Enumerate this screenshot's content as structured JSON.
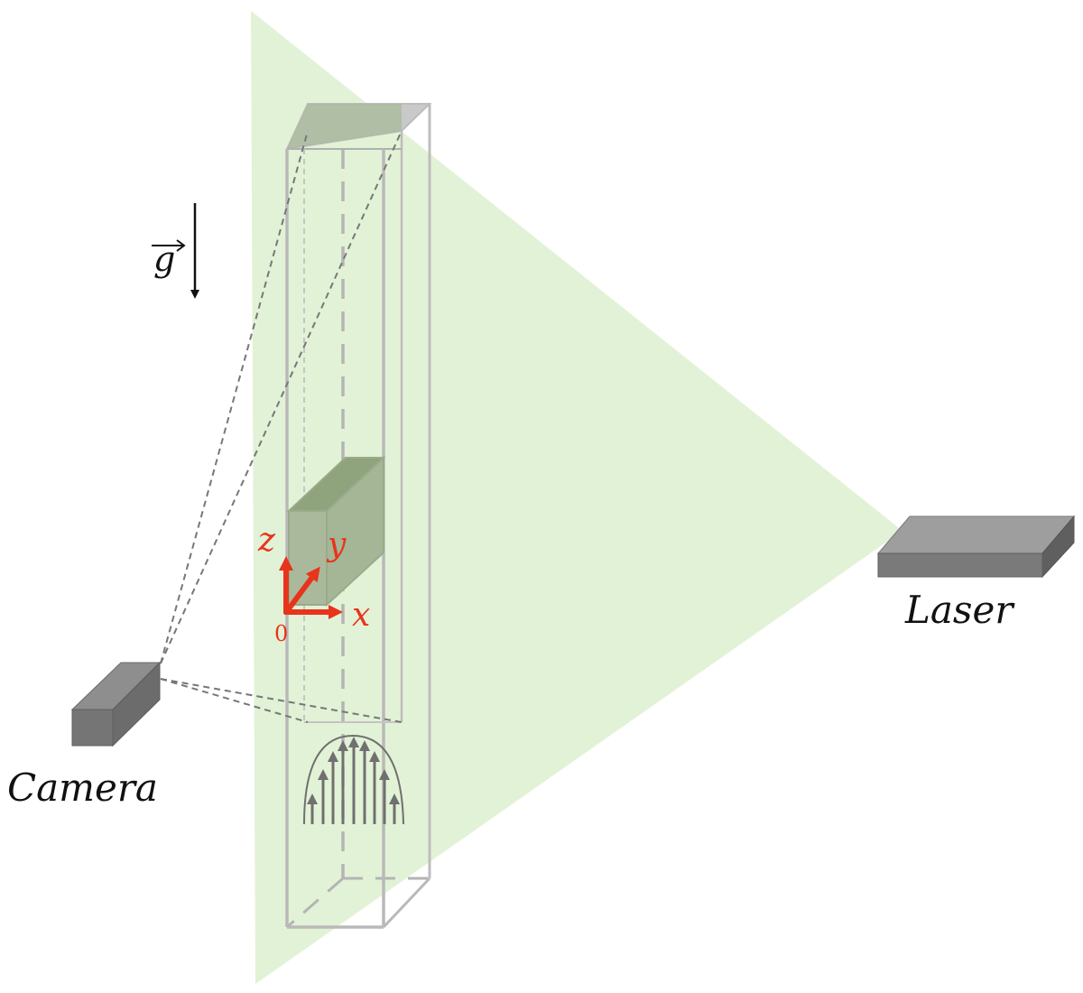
{
  "labels": {
    "camera": "Camera",
    "laser": "Laser",
    "gravity": "g",
    "axis_x": "x",
    "axis_y": "y",
    "axis_z": "z",
    "origin": "0"
  },
  "colors": {
    "laser_sheet": "#e2f2d6",
    "channel_edge": "#b9b9b9",
    "device_dark": "#6f6f6f",
    "device_light": "#9a9a9a",
    "axes": "#e8341c",
    "obstacle": "#a3b594",
    "flow_arrows": "#707070"
  },
  "icons": {
    "camera": "camera-box-icon",
    "laser": "laser-box-icon",
    "gravity": "down-arrow-icon",
    "flow": "velocity-profile-icon"
  }
}
